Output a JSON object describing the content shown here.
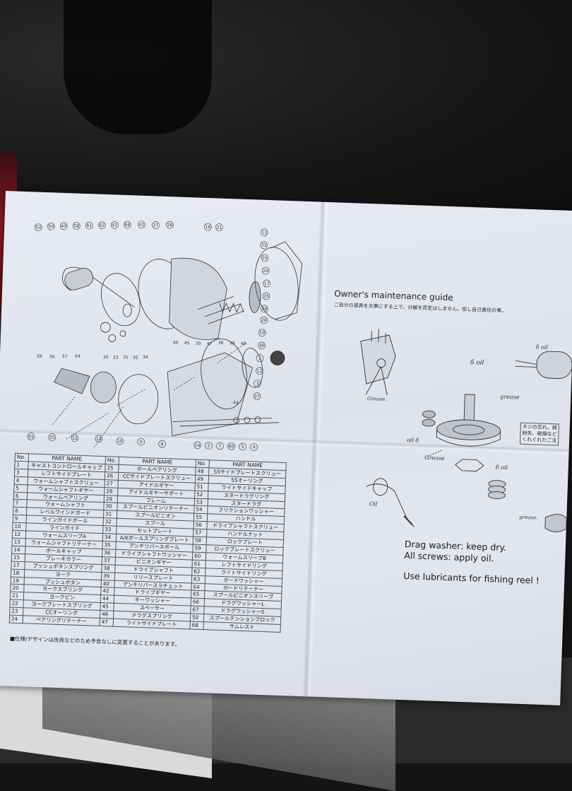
{
  "right_page": {
    "title": "Owner's maintenance guide",
    "jp_warning": "ご自分の道具を大事にする上で、分解を否定はしません。但し自己責任の事。",
    "labels": {
      "grease_1": "Grease.",
      "oil_top_right": "δ oil",
      "oil_center": "δ oil",
      "grease_2": "grease",
      "oil_left": "oil δ",
      "grease_3": "Grease",
      "oil_small": "δ oil",
      "oil_bottom": "Oil",
      "grease_4": "grease."
    },
    "jp_box": [
      "ネジの忘れ、締",
      "紛失、破損など",
      "くれぐれたご注"
    ],
    "tips": [
      "Drag washer: keep dry.",
      "All screws: apply oil.",
      "Use lubricants for fishing reel !"
    ]
  },
  "parts_table": {
    "header": [
      "No.",
      "PART NAME",
      "No.",
      "PART NAME",
      "No.",
      "PART NAME"
    ],
    "rows": [
      [
        "1",
        "キャストコントロールキャップ",
        "25",
        "ボールベアリング",
        "48",
        "SSサイドプレートスクリュー"
      ],
      [
        "3",
        "レフトサイドプレート",
        "26",
        "CCサイドプレートスクリュー",
        "49",
        "SSオーリング"
      ],
      [
        "4",
        "ウォームシャフトスクリュー",
        "27",
        "アイドルギヤー",
        "51",
        "ライトサイドキャップ"
      ],
      [
        "5",
        "ウォームシャフトギヤー",
        "28",
        "アイドルギヤーサポート",
        "52",
        "スタードラグリング"
      ],
      [
        "6",
        "ウォームベアリング",
        "29",
        "フレーム",
        "53",
        "スタードラグ"
      ],
      [
        "7",
        "ウォームシャフト",
        "30",
        "スプールピニオンリテーナー",
        "54",
        "フリクションワッシャー"
      ],
      [
        "8",
        "レベルワインドガード",
        "31",
        "スプールピニオン",
        "55",
        "ハンドル"
      ],
      [
        "9",
        "ラインガイドボール",
        "32",
        "スプール",
        "56",
        "ドライブシャフトスクリュー"
      ],
      [
        "10",
        "ラインガイド",
        "33",
        "セットプレート",
        "57",
        "ハンドルナット"
      ],
      [
        "12",
        "ウォームスリーブA",
        "34",
        "A/Kボールスプリングプレート",
        "58",
        "ロックプレート"
      ],
      [
        "13",
        "ウォームシャフトリテーナー",
        "35",
        "アンチリバースボール",
        "59",
        "ロックプレートスクリュー"
      ],
      [
        "14",
        "ボールキャップ",
        "36",
        "ドライブシャフトワッシャー",
        "60",
        "ウォームスリーブB"
      ],
      [
        "15",
        "ブレーキカラー",
        "37",
        "ピニオンギヤー",
        "61",
        "レフトサイドリング"
      ],
      [
        "17",
        "プッシュボタンスプリング",
        "38",
        "ドライブシャフト",
        "62",
        "ライトサイドリング"
      ],
      [
        "18",
        "ヨーク",
        "39",
        "リリースプレート",
        "63",
        "ガードワッシャー"
      ],
      [
        "19",
        "プッシュボタン",
        "40",
        "アンチリバースラチェット",
        "64",
        "ガードリテーナー"
      ],
      [
        "20",
        "ヨークスプリング",
        "42",
        "ドライブギヤー",
        "65",
        "スプールピニオンスリーブ"
      ],
      [
        "21",
        "ヨークピン",
        "44",
        "キーワッシャー",
        "66",
        "ドラグワッシャーL"
      ],
      [
        "22",
        "ヨークプレートスプリング",
        "45",
        "スペーサー",
        "67",
        "ドラグワッシャーS"
      ],
      [
        "23",
        "CCオーリング",
        "46",
        "ドラグスプリング",
        "50",
        "スプールテンションブロック"
      ],
      [
        "24",
        "ベアリングリテーナー",
        "47",
        "ライトサイドプレート",
        "68",
        "サムレスト"
      ]
    ],
    "note": "■仕様/デザインは改良などのため予告なしに変更することがあります。"
  },
  "callouts": {
    "top": [
      "53",
      "50",
      "49",
      "58",
      "61",
      "62",
      "41",
      "68",
      "42",
      "37",
      "28",
      "16",
      "21",
      "11"
    ],
    "right": [
      "33",
      "25",
      "24",
      "17",
      "35",
      "29",
      "26",
      "19",
      "40",
      "1",
      "12",
      "3",
      "27"
    ],
    "left": [
      "59",
      "56",
      "57",
      "64"
    ],
    "middle": [
      "20",
      "23",
      "31",
      "32",
      "34",
      "46",
      "45",
      "30",
      "47",
      "36",
      "39",
      "48",
      "44"
    ],
    "bottom": [
      "55",
      "15",
      "22",
      "13",
      "10",
      "9",
      "8",
      "14",
      "2",
      "7",
      "60",
      "5",
      "4"
    ]
  }
}
